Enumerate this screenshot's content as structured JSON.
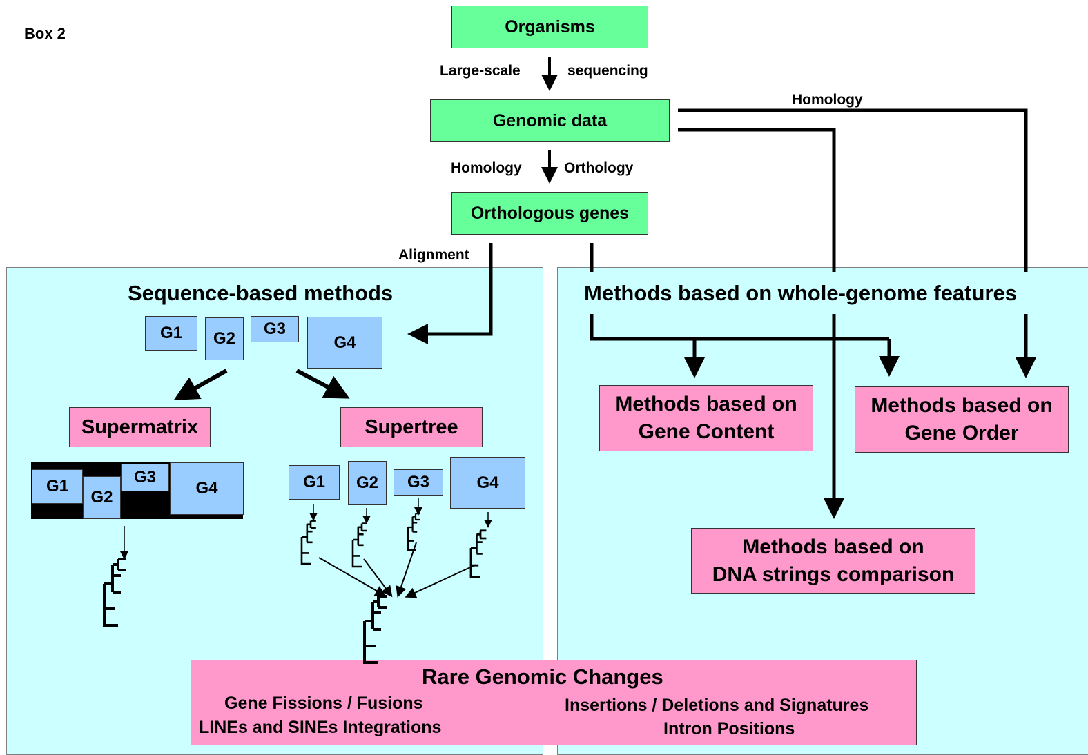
{
  "box_label": "Box 2",
  "top_nodes": {
    "organisms": "Organisms",
    "genomic_data": "Genomic data",
    "orthologous_genes": "Orthologous genes"
  },
  "edge_labels": {
    "large_scale": "Large-scale",
    "sequencing": "sequencing",
    "homology_left": "Homology",
    "orthology": "Orthology",
    "homology_top": "Homology",
    "alignment": "Alignment"
  },
  "left_panel": {
    "title": "Sequence-based methods",
    "genes": [
      "G1",
      "G2",
      "G3",
      "G4"
    ],
    "supermatrix": "Supermatrix",
    "supertree": "Supertree",
    "matrix_genes": [
      "G1",
      "G2",
      "G3",
      "G4"
    ],
    "tree_genes": [
      "G1",
      "G2",
      "G3",
      "G4"
    ]
  },
  "right_panel": {
    "title": "Methods based on whole-genome features",
    "gene_content": [
      "Methods based on",
      "Gene Content"
    ],
    "gene_order": [
      "Methods based on",
      "Gene Order"
    ],
    "dna_strings": [
      "Methods based on",
      "DNA strings comparison"
    ]
  },
  "rare_changes": {
    "title": "Rare Genomic Changes",
    "items": [
      "Gene Fissions / Fusions",
      "LINEs and SINEs Integrations",
      "Insertions / Deletions and Signatures",
      "Intron Positions"
    ]
  },
  "colors": {
    "panel": "#ccffff",
    "green_node": "#66ff99",
    "pink_node": "#ff99cc",
    "gene_box": "#99ccff"
  }
}
